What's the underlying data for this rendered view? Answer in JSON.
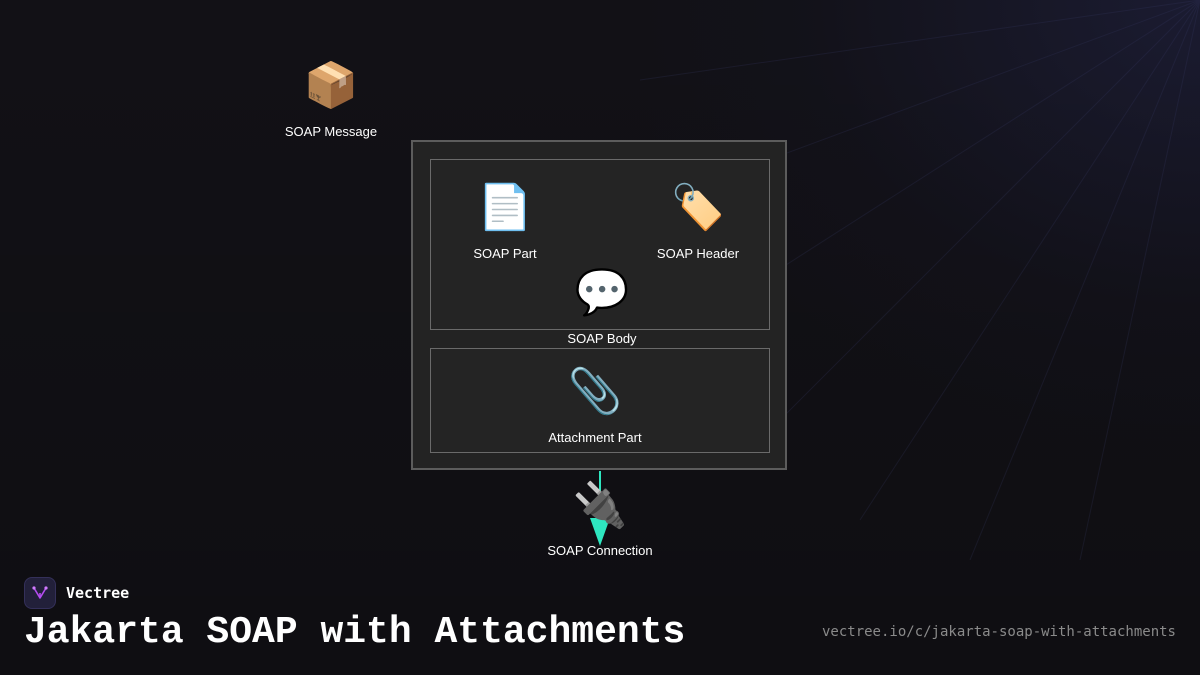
{
  "diagram": {
    "nodes": {
      "soap_message": {
        "label": "SOAP Message",
        "icon": "package-icon",
        "glyph": "📦"
      },
      "soap_part": {
        "label": "SOAP Part",
        "icon": "document-icon",
        "glyph": "📄"
      },
      "soap_header": {
        "label": "SOAP Header",
        "icon": "tag-icon",
        "glyph": "🏷️"
      },
      "soap_body": {
        "label": "SOAP Body",
        "icon": "speech-bubble-icon",
        "glyph": "💬"
      },
      "attachment_part": {
        "label": "Attachment Part",
        "icon": "paperclip-icon",
        "glyph": "📎"
      },
      "soap_connection": {
        "label": "SOAP Connection",
        "icon": "plug-icon",
        "glyph": "🔌"
      }
    },
    "edges": [
      {
        "from": "attachment_part",
        "to": "soap_connection",
        "color": "#2ee6c0"
      }
    ]
  },
  "colors": {
    "accent": "#2ee6c0",
    "background": "#121116",
    "box_fill": "#232323",
    "box_border": "#5c5c5c"
  },
  "footer": {
    "brand_name": "Vectree",
    "title": "Jakarta SOAP with Attachments",
    "url": "vectree.io/c/jakarta-soap-with-attachments"
  }
}
